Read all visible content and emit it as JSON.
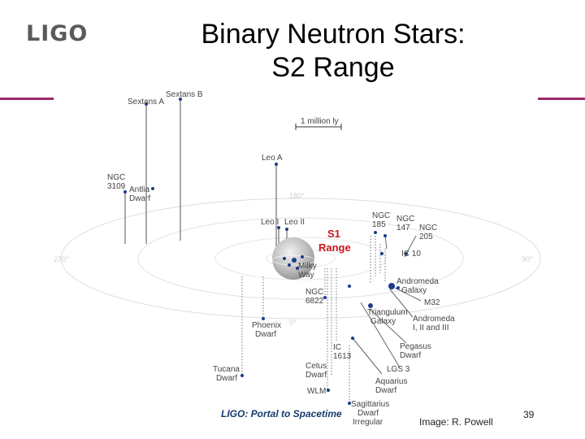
{
  "logo": "LIGO",
  "title_line1": "Binary Neutron Stars:",
  "title_line2": "S2 Range",
  "scale_label": "1 million ly",
  "range_label_1": "S1",
  "range_label_2": "Range",
  "degrees": {
    "d0": "0°",
    "d90": "90°",
    "d180": "180°",
    "d270": "270°"
  },
  "labels": {
    "sextans_a": "Sextans A",
    "sextans_b": "Sextans B",
    "leo_a": "Leo A",
    "ngc3109_1": "NGC",
    "ngc3109_2": "3109",
    "antlia_1": "Antlia",
    "antlia_2": "Dwarf",
    "leo_i": "Leo I",
    "leo_ii": "Leo II",
    "ngc185_1": "NGC",
    "ngc185_2": "185",
    "ngc147_1": "NGC",
    "ngc147_2": "147",
    "ngc205_1": "NGC",
    "ngc205_2": "205",
    "ic10": "IC 10",
    "milky_1": "Milky",
    "milky_2": "Way",
    "andromeda_1": "Andromeda",
    "andromeda_2": "Galaxy",
    "m32": "M32",
    "ngc6822_1": "NGC",
    "ngc6822_2": "6822",
    "triangulum_1": "Triangulum",
    "triangulum_2": "Galaxy",
    "andro_dw_1": "Andromeda",
    "andro_dw_2": "I, II and III",
    "phoenix_1": "Phoenix",
    "phoenix_2": "Dwarf",
    "pegasus_1": "Pegasus",
    "pegasus_2": "Dwarf",
    "ic1613_1": "IC",
    "ic1613_2": "1613",
    "tucana_1": "Tucana",
    "tucana_2": "Dwarf",
    "cetus_1": "Cetus",
    "cetus_2": "Dwarf",
    "lgs3": "LGS 3",
    "aquarius_1": "Aquarius",
    "aquarius_2": "Dwarf",
    "wlm": "WLM",
    "sagittarius_1": "Sagittarius",
    "sagittarius_2": "Dwarf",
    "sagittarius_3": "Irregular"
  },
  "footer": "LIGO: Portal to Spacetime",
  "credit": "Image: R. Powell",
  "page_number": "39"
}
